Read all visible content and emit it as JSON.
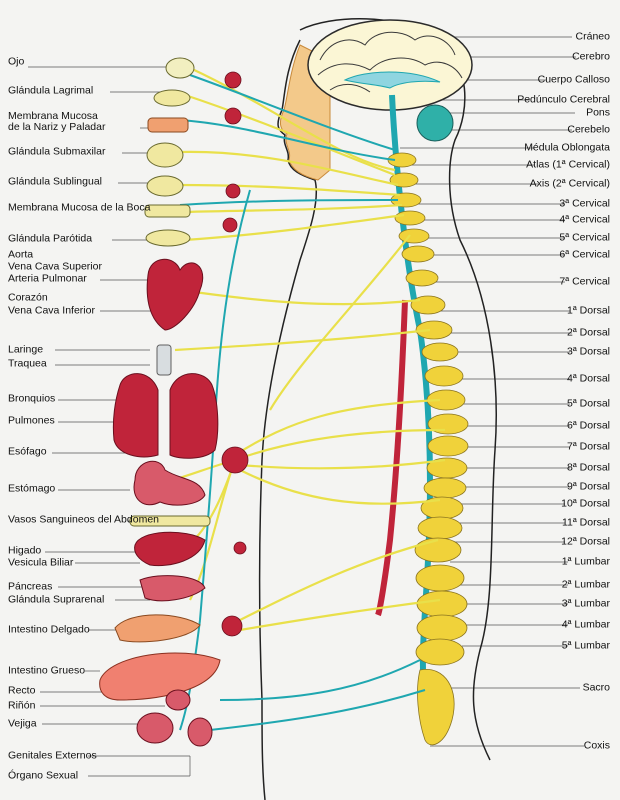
{
  "left_labels": {
    "ojo": "Ojo",
    "glandula_lagrimal": "Glándula Lagrimal",
    "membrana_nariz": "Membrana Mucosa\nde la Nariz y Paladar",
    "glandula_submaxilar": "Glándula Submaxilar",
    "glandula_sublingual": "Glándula Sublingual",
    "membrana_boca": "Membrana Mucosa de la Boca",
    "glandula_parotida": "Glándula Parótida",
    "aorta": "Aorta",
    "vena_cava_superior": "Vena Cava Superior",
    "arteria_pulmonar": "Arteria Pulmonar",
    "corazon": "Corazón",
    "vena_cava_inferior": "Vena Cava Inferior",
    "laringe": "Laringe",
    "traquea": "Traquea",
    "bronquios": "Bronquios",
    "pulmones": "Pulmones",
    "esofago": "Esófago",
    "estomago": "Estómago",
    "vasos": "Vasos Sanguineos del Abdomen",
    "higado": "Higado",
    "vesicula": "Vesicula Biliar",
    "pancreas": "Páncreas",
    "glandula_suprarrenal": "Glándula Suprarenal",
    "intestino_delgado": "Intestino Delgado",
    "intestino_grueso": "Intestino Grueso",
    "recto": "Recto",
    "rinon": "Riñón",
    "vejiga": "Vejiga",
    "genitales": "Genitales Externos",
    "organo_sexual": "Órgano Sexual"
  },
  "right_labels": {
    "craneo": "Cráneo",
    "cerebro": "Cerebro",
    "cuerpo_calloso": "Cuerpo Calloso",
    "pedunculo": "Pedúnculo Cerebral",
    "pons": "Pons",
    "cerebelo": "Cerebelo",
    "medula": "Médula Oblongata",
    "atlas": "Atlas (1ª Cervical)",
    "axis": "Axis (2ª Cervical)",
    "c3": "3ª Cervical",
    "c4": "4ª Cervical",
    "c5": "5ª Cervical",
    "c6": "6ª Cervical",
    "c7": "7ª Cervical",
    "d1": "1ª Dorsal",
    "d2": "2ª Dorsal",
    "d3": "3ª Dorsal",
    "d4": "4ª Dorsal",
    "d5": "5ª Dorsal",
    "d6": "6ª Dorsal",
    "d7": "7ª Dorsal",
    "d8": "8ª Dorsal",
    "d9": "9ª Dorsal",
    "d10": "10ª Dorsal",
    "d11": "11ª Dorsal",
    "d12": "12ª Dorsal",
    "l1": "1ª Lumbar",
    "l2": "2ª Lumbar",
    "l3": "3ª Lumbar",
    "l4": "4ª Lumbar",
    "l5": "5ª Lumbar",
    "sacro": "Sacro",
    "coxis": "Coxis"
  },
  "colors": {
    "nerve_yellow": "#e9e04a",
    "nerve_cyan": "#1fa7b0",
    "organ_red": "#c0243a",
    "spine_yellow": "#f0d23a",
    "brain_outline": "#2b2b2b"
  }
}
